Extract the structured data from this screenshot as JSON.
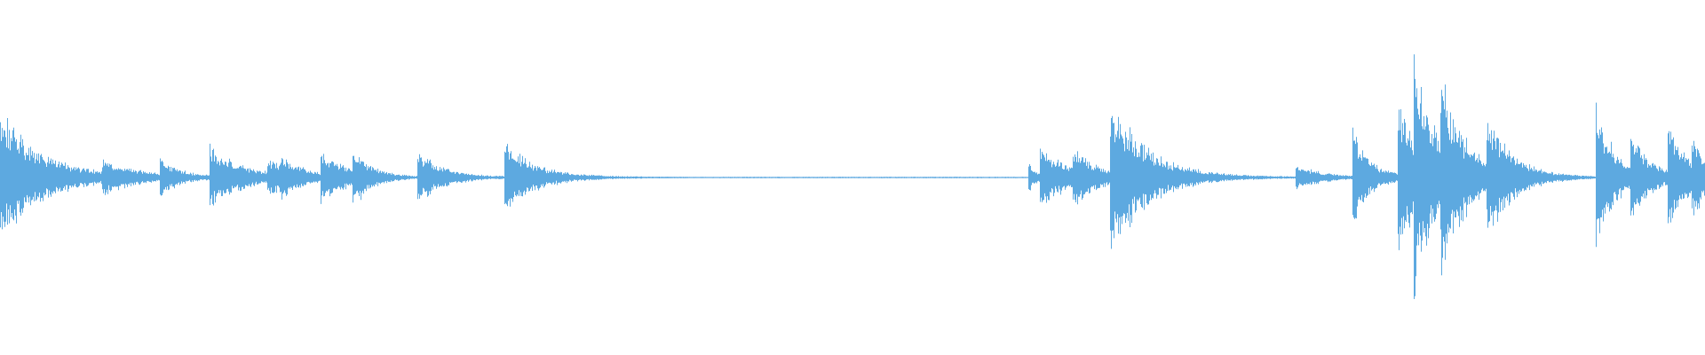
{
  "waveform": {
    "color": "#5DA9E0",
    "baseline_visible": true,
    "events": [
      {
        "t": 0.0,
        "amp": 0.4,
        "decay": 0.025
      },
      {
        "t": 0.06,
        "amp": 0.08,
        "decay": 0.02
      },
      {
        "t": 0.094,
        "amp": 0.1,
        "decay": 0.01
      },
      {
        "t": 0.123,
        "amp": 0.18,
        "decay": 0.02
      },
      {
        "t": 0.157,
        "amp": 0.1,
        "decay": 0.015
      },
      {
        "t": 0.164,
        "amp": 0.08,
        "decay": 0.01
      },
      {
        "t": 0.188,
        "amp": 0.14,
        "decay": 0.015
      },
      {
        "t": 0.207,
        "amp": 0.14,
        "decay": 0.01
      },
      {
        "t": 0.245,
        "amp": 0.16,
        "decay": 0.015
      },
      {
        "t": 0.296,
        "amp": 0.22,
        "decay": 0.018
      },
      {
        "t": 0.603,
        "amp": 0.1,
        "decay": 0.004
      },
      {
        "t": 0.61,
        "amp": 0.18,
        "decay": 0.018
      },
      {
        "t": 0.629,
        "amp": 0.12,
        "decay": 0.015
      },
      {
        "t": 0.651,
        "amp": 0.44,
        "decay": 0.022
      },
      {
        "t": 0.76,
        "amp": 0.08,
        "decay": 0.015
      },
      {
        "t": 0.793,
        "amp": 0.3,
        "decay": 0.01
      },
      {
        "t": 0.82,
        "amp": 0.5,
        "decay": 0.012
      },
      {
        "t": 0.829,
        "amp": 0.58,
        "decay": 0.012
      },
      {
        "t": 0.845,
        "amp": 0.46,
        "decay": 0.015
      },
      {
        "t": 0.872,
        "amp": 0.32,
        "decay": 0.015
      },
      {
        "t": 0.936,
        "amp": 0.42,
        "decay": 0.012
      },
      {
        "t": 0.956,
        "amp": 0.24,
        "decay": 0.01
      },
      {
        "t": 0.978,
        "amp": 0.3,
        "decay": 0.012
      },
      {
        "t": 0.992,
        "amp": 0.18,
        "decay": 0.01
      }
    ]
  }
}
